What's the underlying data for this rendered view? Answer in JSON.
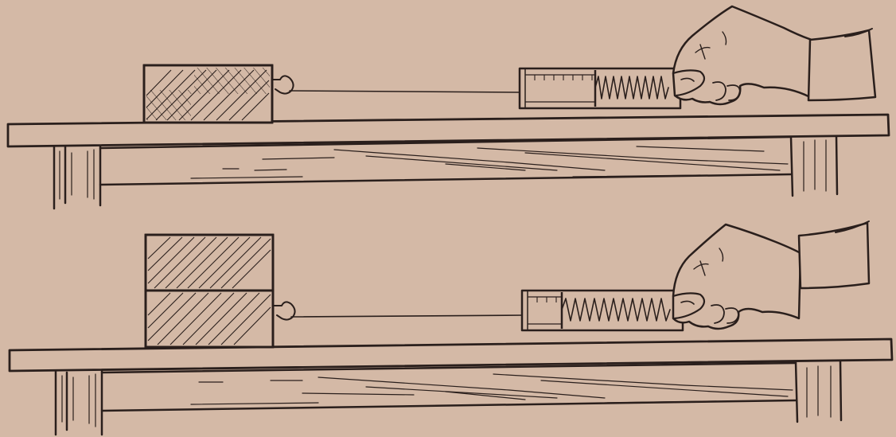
{
  "diagram": {
    "panels": [
      {
        "id": "top",
        "block_count": 1
      },
      {
        "id": "bottom",
        "block_count": 2
      }
    ]
  },
  "colors": {
    "background": "#d4b9a6",
    "ink": "#2a1f1c"
  }
}
